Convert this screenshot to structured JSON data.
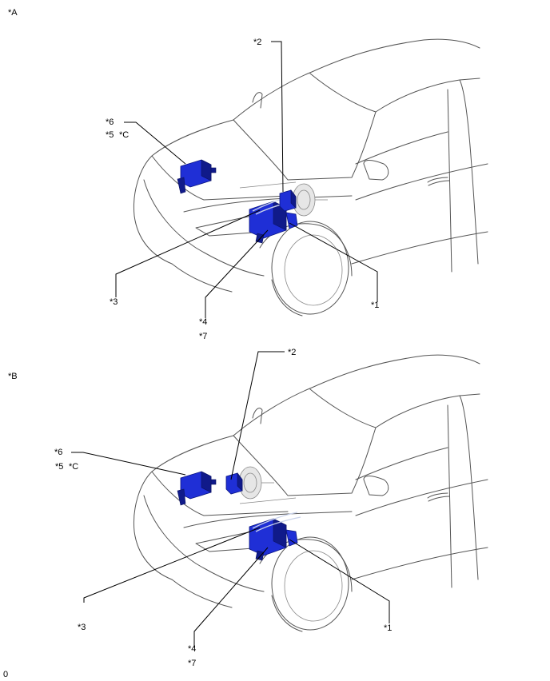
{
  "views": [
    {
      "view_label": "*A",
      "callouts": {
        "c1": "*1",
        "c2": "*2",
        "c3": "*3",
        "c4": "*4",
        "c5": "*5",
        "c6": "*6",
        "c7": "*7",
        "cC": "*C"
      }
    },
    {
      "view_label": "*B",
      "callouts": {
        "c1": "*1",
        "c2": "*2",
        "c3": "*3",
        "c4": "*4",
        "c5": "*5",
        "c6": "*6",
        "c7": "*7",
        "cC": "*C"
      }
    }
  ],
  "footer_code": "0"
}
